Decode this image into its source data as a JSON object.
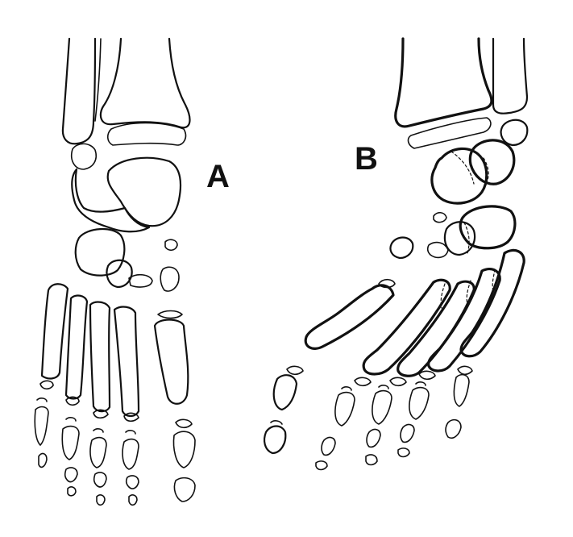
{
  "panels": [
    {
      "id": "A",
      "label": "A"
    },
    {
      "id": "B",
      "label": "B"
    }
  ],
  "colors": {
    "ink": "#111111",
    "background": "#ffffff"
  }
}
